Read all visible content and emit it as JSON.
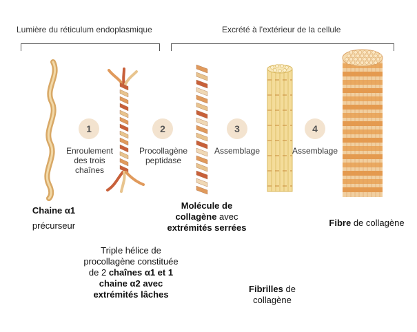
{
  "headers": {
    "left": "Lumière du réticulum endoplasmique",
    "right": "Excrété à l'extérieur de la cellule"
  },
  "steps": [
    {
      "number": "1",
      "label_lines": [
        "Enroulement",
        "des trois",
        "chaînes"
      ]
    },
    {
      "number": "2",
      "label_lines": [
        "Procollagène",
        "peptidase"
      ]
    },
    {
      "number": "3",
      "label_lines": [
        "Assemblage"
      ]
    },
    {
      "number": "4",
      "label_lines": [
        "Assemblage"
      ]
    }
  ],
  "captions": {
    "chain_bold": "Chaine α1",
    "chain_rest": "précurseur",
    "triple_l1": "Triple hélice de",
    "triple_l2": "procollagène constituée",
    "triple_l3_plain": "de 2 ",
    "triple_l3_bold": "chaînes α1 et 1",
    "triple_l4": "chaine α2 avec",
    "triple_l5": "extrémités lâches",
    "molecule_l1": "Molécule de",
    "molecule_l2_bold": "collagène",
    "molecule_l2_rest": " avec",
    "molecule_l3": "extrémités serrées",
    "fibrils_bold": "Fibrilles",
    "fibrils_rest": " de",
    "fibrils_l2": "collagène",
    "fiber_bold": "Fibre",
    "fiber_rest": " de collagène"
  },
  "colors": {
    "chain_tan": "#e8c48e",
    "chain_orange": "#e09a5c",
    "chain_red": "#c8603a",
    "circle_bg": "#f3e3cf",
    "bracket": "#555555"
  }
}
